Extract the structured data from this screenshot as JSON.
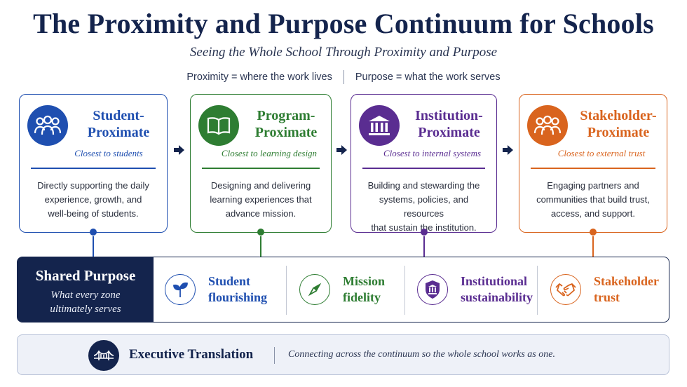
{
  "header": {
    "title": "The Proximity and Purpose Continuum for Schools",
    "subtitle": "Seeing the Whole School Through Proximity and Purpose",
    "definition_proximity": "Proximity = where the work lives",
    "definition_purpose": "Purpose = what the work serves"
  },
  "zones": [
    {
      "title_line1": "Student-",
      "title_line2": "Proximate",
      "subtitle": "Closest to students",
      "desc_line1": "Directly supporting the daily",
      "desc_line2": "experience, growth, and",
      "desc_line3": "well-being of students.",
      "color": "#1f4fb0",
      "icon": "people-icon"
    },
    {
      "title_line1": "Program-",
      "title_line2": "Proximate",
      "subtitle": "Closest to learning design",
      "desc_line1": "Designing and delivering",
      "desc_line2": "learning experiences that",
      "desc_line3": "advance mission.",
      "color": "#2e7d32",
      "icon": "book-icon"
    },
    {
      "title_line1": "Institution-",
      "title_line2": "Proximate",
      "subtitle": "Closest to internal systems",
      "desc_line1": "Building and stewarding the",
      "desc_line2": "systems, policies, and resources",
      "desc_line3": "that sustain the institution.",
      "color": "#5a2d91",
      "icon": "institution-icon"
    },
    {
      "title_line1": "Stakeholder-",
      "title_line2": "Proximate",
      "subtitle": "Closest to external trust",
      "desc_line1": "Engaging partners and",
      "desc_line2": "communities that build trust,",
      "desc_line3": "access, and support.",
      "color": "#d9641e",
      "icon": "people-icon"
    }
  ],
  "shared_purpose": {
    "title": "Shared Purpose",
    "subtitle_line1": "What every zone",
    "subtitle_line2": "ultimately serves",
    "background": "#14244d",
    "items": [
      {
        "line1": "Student",
        "line2": "flourishing",
        "color": "#1f4fb0",
        "icon": "sprout-icon"
      },
      {
        "line1": "Mission",
        "line2": "fidelity",
        "color": "#2e7d32",
        "icon": "compass-icon"
      },
      {
        "line1": "Institutional",
        "line2": "sustainability",
        "color": "#5a2d91",
        "icon": "institution-shield-icon"
      },
      {
        "line1": "Stakeholder",
        "line2": "trust",
        "color": "#d9641e",
        "icon": "handshake-icon"
      }
    ]
  },
  "executive": {
    "title": "Executive Translation",
    "description": "Connecting across the continuum so the whole school works as one.",
    "icon": "bridge-icon"
  }
}
